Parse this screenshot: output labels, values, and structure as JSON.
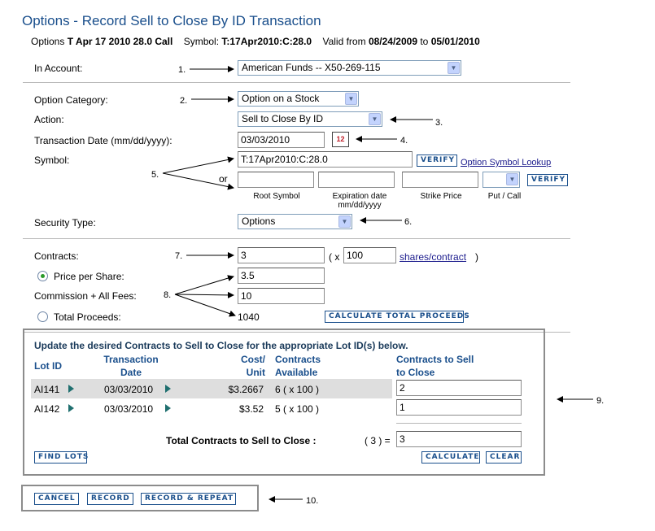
{
  "page": {
    "title": "Options - Record Sell to Close By ID Transaction"
  },
  "option_info": {
    "prefix": "Options",
    "name": "T Apr 17 2010 28.0 Call",
    "symbol_label": "Symbol:",
    "symbol": "T:17Apr2010:C:28.0",
    "valid_label": "Valid from",
    "valid_from": "08/24/2009",
    "to_label": "to",
    "valid_to": "05/01/2010"
  },
  "account": {
    "label": "In Account:",
    "value": "American Funds -- X50-269-115"
  },
  "option_category": {
    "label": "Option Category:",
    "value": "Option on a Stock"
  },
  "action": {
    "label": "Action:",
    "value": "Sell to Close By ID"
  },
  "transaction_date": {
    "label": "Transaction Date (mm/dd/yyyy):",
    "value": "03/03/2010"
  },
  "symbol": {
    "label": "Symbol:",
    "value": "T:17Apr2010:C:28.0",
    "verify_label": "VERIFY",
    "lookup_label": "Option Symbol Lookup",
    "or_label": "or",
    "root_label": "Root Symbol",
    "expiration_label": "Expiration date mm/dd/yyyy",
    "strike_label": "Strike Price",
    "putcall_label": "Put / Call",
    "verify2_label": "VERIFY"
  },
  "security_type": {
    "label": "Security Type:",
    "value": "Options"
  },
  "contracts": {
    "label": "Contracts:",
    "value": "3",
    "x_label": "( x",
    "multiplier": "100",
    "shares_link": "shares/contract",
    "close_paren": ")"
  },
  "price_per_share": {
    "label": "Price per Share:",
    "value": "3.5"
  },
  "commission": {
    "label": "Commission + All Fees:",
    "value": "10"
  },
  "total_proceeds": {
    "label": "Total Proceeds:",
    "value": "1040",
    "calc_label": "CALCULATE TOTAL PROCEEDS"
  },
  "lots": {
    "instruction": "Update the desired Contracts to Sell to Close for the appropriate Lot ID(s) below.",
    "headers": {
      "lot_id": "Lot ID",
      "transaction_date": "Transaction Date",
      "cost_unit": "Cost/ Unit",
      "contracts_available": "Contracts Available",
      "contracts_to_sell": "Contracts to Sell to Close"
    },
    "rows": [
      {
        "lot_id": "AI141",
        "date": "03/03/2010",
        "cost": "$3.2667",
        "available": "6 ( x 100 )",
        "sell": "2"
      },
      {
        "lot_id": "AI142",
        "date": "03/03/2010",
        "cost": "$3.52",
        "available": "5 ( x 100 )",
        "sell": "1"
      }
    ],
    "total_label": "Total Contracts to Sell to Close :",
    "total_eq": "( 3 ) =",
    "total_value": "3",
    "find_lots_label": "FIND LOTS",
    "calculate_label": "CALCULATE",
    "clear_label": "CLEAR"
  },
  "buttons": {
    "cancel": "CANCEL",
    "record": "RECORD",
    "record_repeat": "RECORD & REPEAT"
  },
  "annotations": [
    "1.",
    "2.",
    "3.",
    "4.",
    "5.",
    "6.",
    "7.",
    "8.",
    "9.",
    "10."
  ],
  "colors": {
    "title_blue": "#1a4f8c",
    "row_highlight": "#dedede",
    "radio_green": "#2a9a2a"
  }
}
